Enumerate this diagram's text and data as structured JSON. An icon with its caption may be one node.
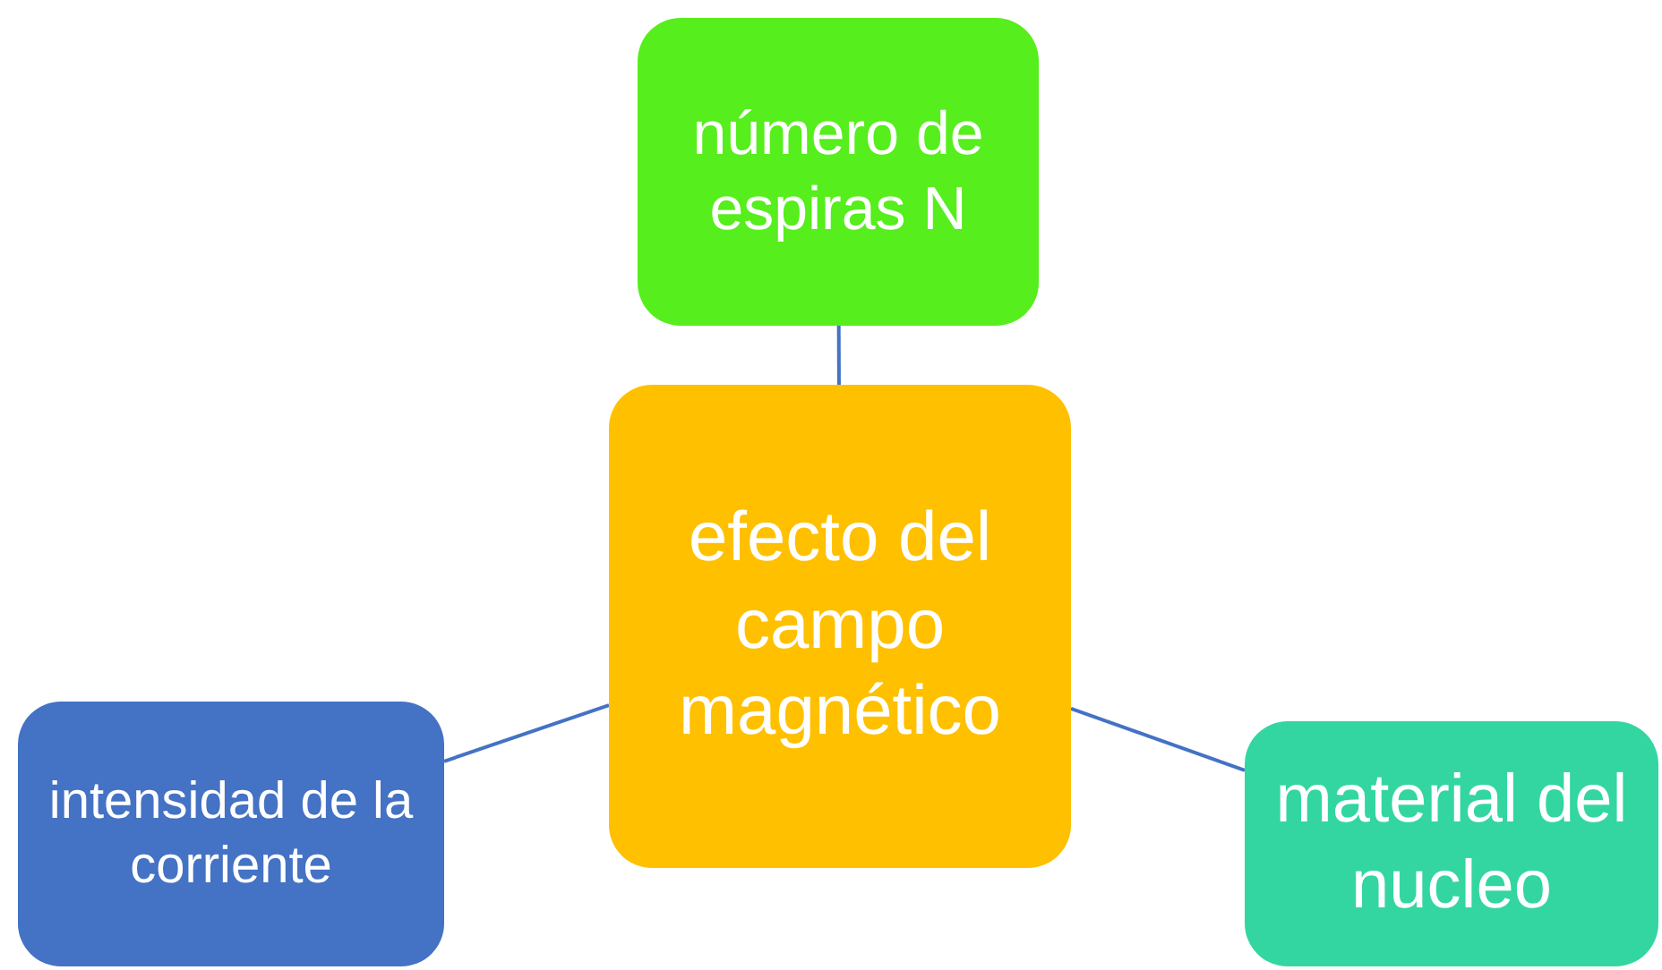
{
  "diagram": {
    "nodes": [
      {
        "text": [
          "número de espiras N"
        ]
      },
      {
        "text": [
          "efecto del campo magnético"
        ]
      },
      {
        "text": [
          "intensidad de la corriente"
        ]
      },
      {
        "text": [
          "material del nucleo"
        ]
      }
    ],
    "edges": [
      {
        "from": 0,
        "to": 1,
        "arrow": "none"
      },
      {
        "from": 1,
        "to": 2,
        "arrow": "none"
      },
      {
        "from": 1,
        "to": 3,
        "arrow": "none"
      }
    ]
  }
}
